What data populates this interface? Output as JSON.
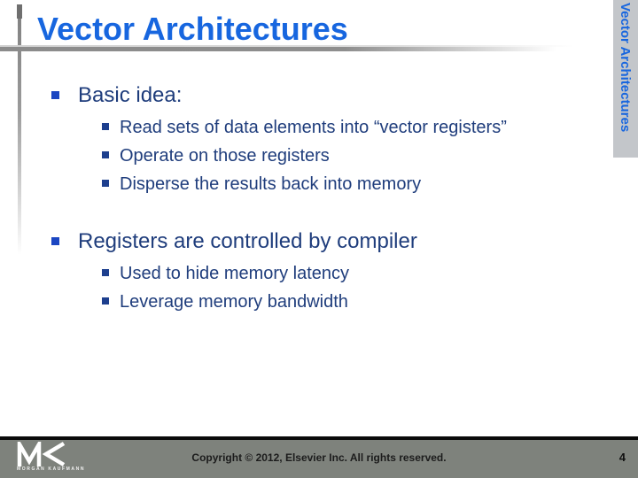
{
  "slide": {
    "title": "Vector Architectures",
    "sidebar_text": "Vector Architectures",
    "content": {
      "groups": [
        {
          "heading": "Basic idea:",
          "items": [
            "Read sets of data elements into “vector registers”",
            "Operate on those registers",
            "Disperse the results back into memory"
          ]
        },
        {
          "heading": "Registers are controlled by compiler",
          "items": [
            "Used to hide memory latency",
            "Leverage memory bandwidth"
          ]
        }
      ]
    },
    "footer": {
      "copyright": "Copyright © 2012, Elsevier Inc. All rights reserved.",
      "page_number": "4",
      "logo_name": "MK",
      "logo_subtext": "MORGAN KAUFMANN"
    },
    "colors": {
      "title_blue": "#1766df",
      "body_navy": "#1f3d7c",
      "bullet_blue_l1": "#1b46c2",
      "bullet_blue_l2": "#1d3f8e",
      "sidebar_bg": "#c3c6ca",
      "footer_bg": "#7e827c",
      "line_gray": "#8b8b8b"
    }
  }
}
